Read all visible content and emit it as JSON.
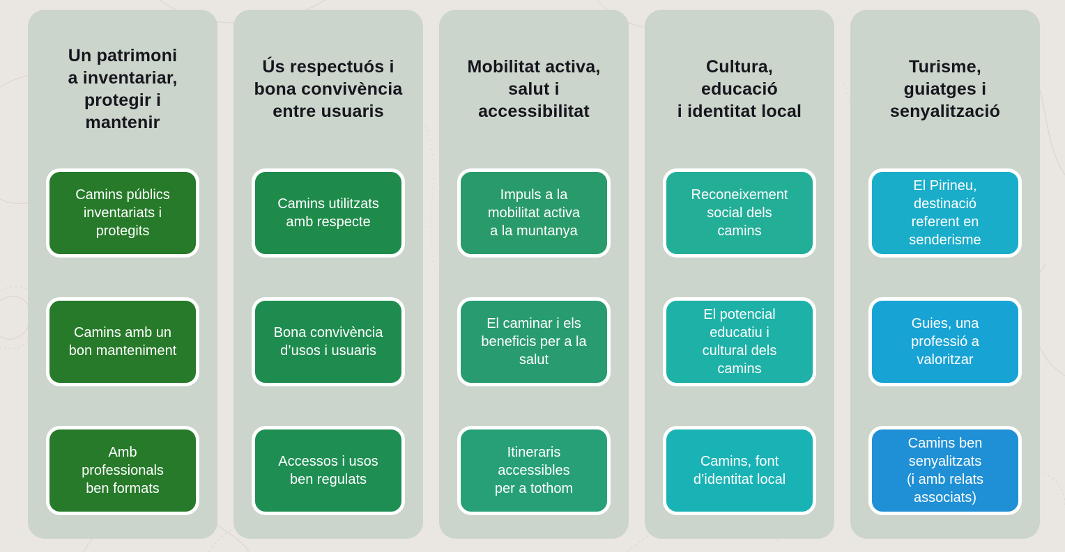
{
  "page": {
    "background_color": "#eae7e2",
    "contour_line_color": "#d9d2c7",
    "panel_color": "#ccd5cb",
    "title_text_color": "#16161e",
    "card_text_color": "#ffffff",
    "card_border_color": "#ffffff"
  },
  "columns": [
    {
      "title": "Un patrimoni\na inventariar,\nprotegir i\nmantenir",
      "cards": [
        {
          "label": "Camins públics\ninventariats i\nprotegits",
          "color": "#267a29"
        },
        {
          "label": "Camins amb un\nbon manteniment",
          "color": "#267a29"
        },
        {
          "label": "Amb\nprofessionals\nben formats",
          "color": "#267a29"
        }
      ]
    },
    {
      "title": "Ús respectuós i\nbona convivència\nentre usuaris",
      "cards": [
        {
          "label": "Camins utilitzats\namb respecte",
          "color": "#1f8b4b"
        },
        {
          "label": "Bona convivència\nd’usos i usuaris",
          "color": "#1f8c4f"
        },
        {
          "label": "Accessos i usos\nben regulats",
          "color": "#1e8e53"
        }
      ]
    },
    {
      "title": "Mobilitat activa,\nsalut i\naccessibilitat",
      "cards": [
        {
          "label": "Impuls a la\nmobilitat activa\na la muntanya",
          "color": "#299a69"
        },
        {
          "label": "El caminar i els\nbeneficis per a la\nsalut",
          "color": "#289c70"
        },
        {
          "label": "Itineraris\naccessibles\nper a tothom",
          "color": "#27a078"
        }
      ]
    },
    {
      "title": "Cultura,\neducació\ni identitat local",
      "cards": [
        {
          "label": "Reconeixement\nsocial dels\ncamins",
          "color": "#23ae98"
        },
        {
          "label": "El potencial\neducatiu i\ncultural dels\ncamins",
          "color": "#1db1a7"
        },
        {
          "label": "Camins, font\nd’identitat local",
          "color": "#19b3b6"
        }
      ]
    },
    {
      "title": "Turisme,\nguiatges i\nsenyalització",
      "cards": [
        {
          "label": "El Pirineu,\ndestinació\nreferent en\nsenderisme",
          "color": "#19adca"
        },
        {
          "label": "Guies, una\nprofessió a\nvaloritzar",
          "color": "#18a3d5"
        },
        {
          "label": "Camins ben\nsenyalitzats\n(i amb relats\nassociats)",
          "color": "#1f90d5"
        }
      ]
    }
  ]
}
